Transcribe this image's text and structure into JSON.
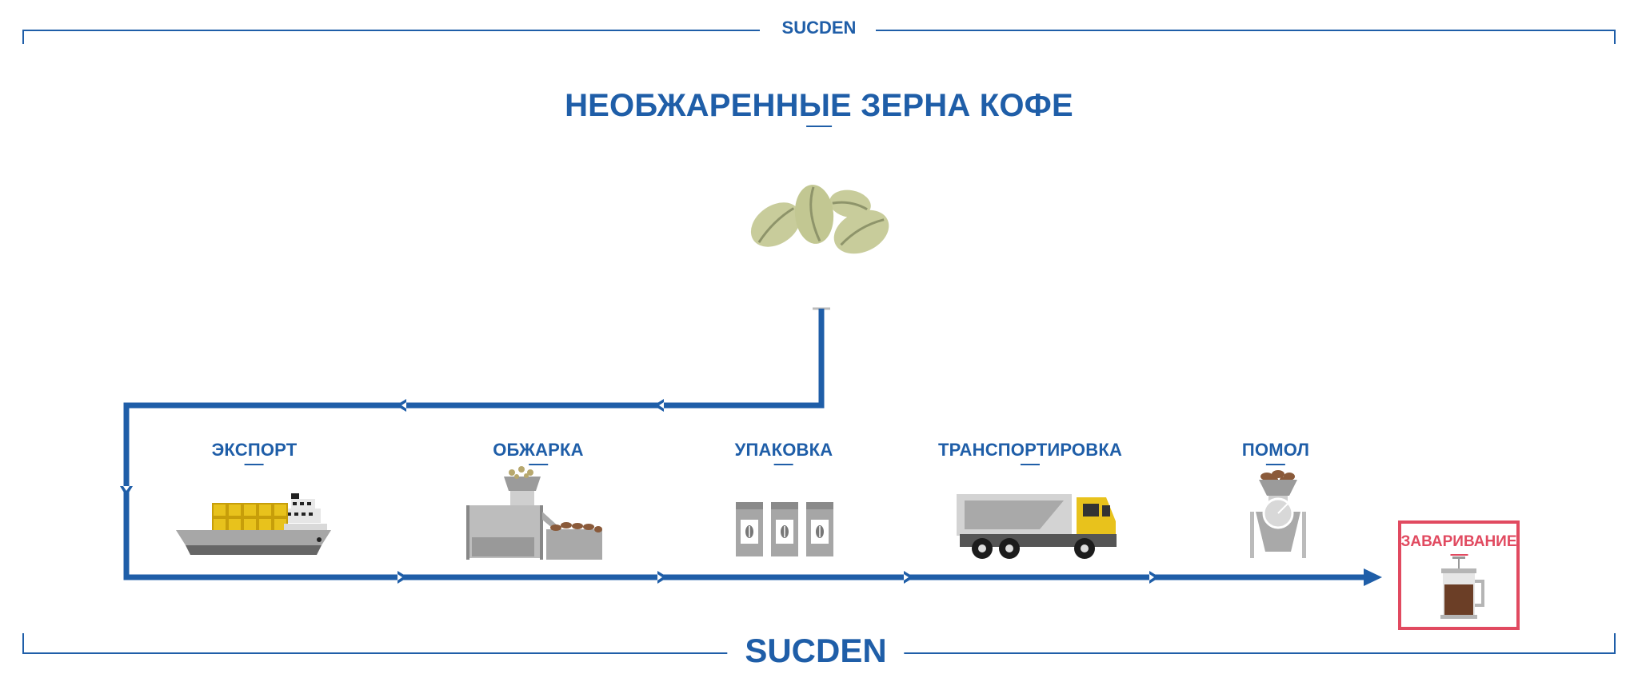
{
  "brand": {
    "top": "SUCDEN",
    "bottom": "SUCDEN"
  },
  "title": "НЕОБЖАРЕННЫЕ ЗЕРНА КОФЕ",
  "steps": [
    {
      "label": "ЭКСПОРТ",
      "icon": "cargo-ship-icon"
    },
    {
      "label": "ОБЖАРКА",
      "icon": "roasting-machine-icon"
    },
    {
      "label": "УПАКОВКА",
      "icon": "coffee-bags-icon"
    },
    {
      "label": "ТРАНСПОРТИРОВКА",
      "icon": "truck-icon"
    },
    {
      "label": "ПОМОЛ",
      "icon": "grinder-icon"
    }
  ],
  "final_step": {
    "label": "ЗАВАРИВАНИЕ",
    "icon": "french-press-icon"
  },
  "colors": {
    "primary": "#1f5ea8",
    "accent": "#e14a60",
    "bean": "#c8cc9b",
    "container": "#e8c21c",
    "gray": "#8f8f8f"
  }
}
